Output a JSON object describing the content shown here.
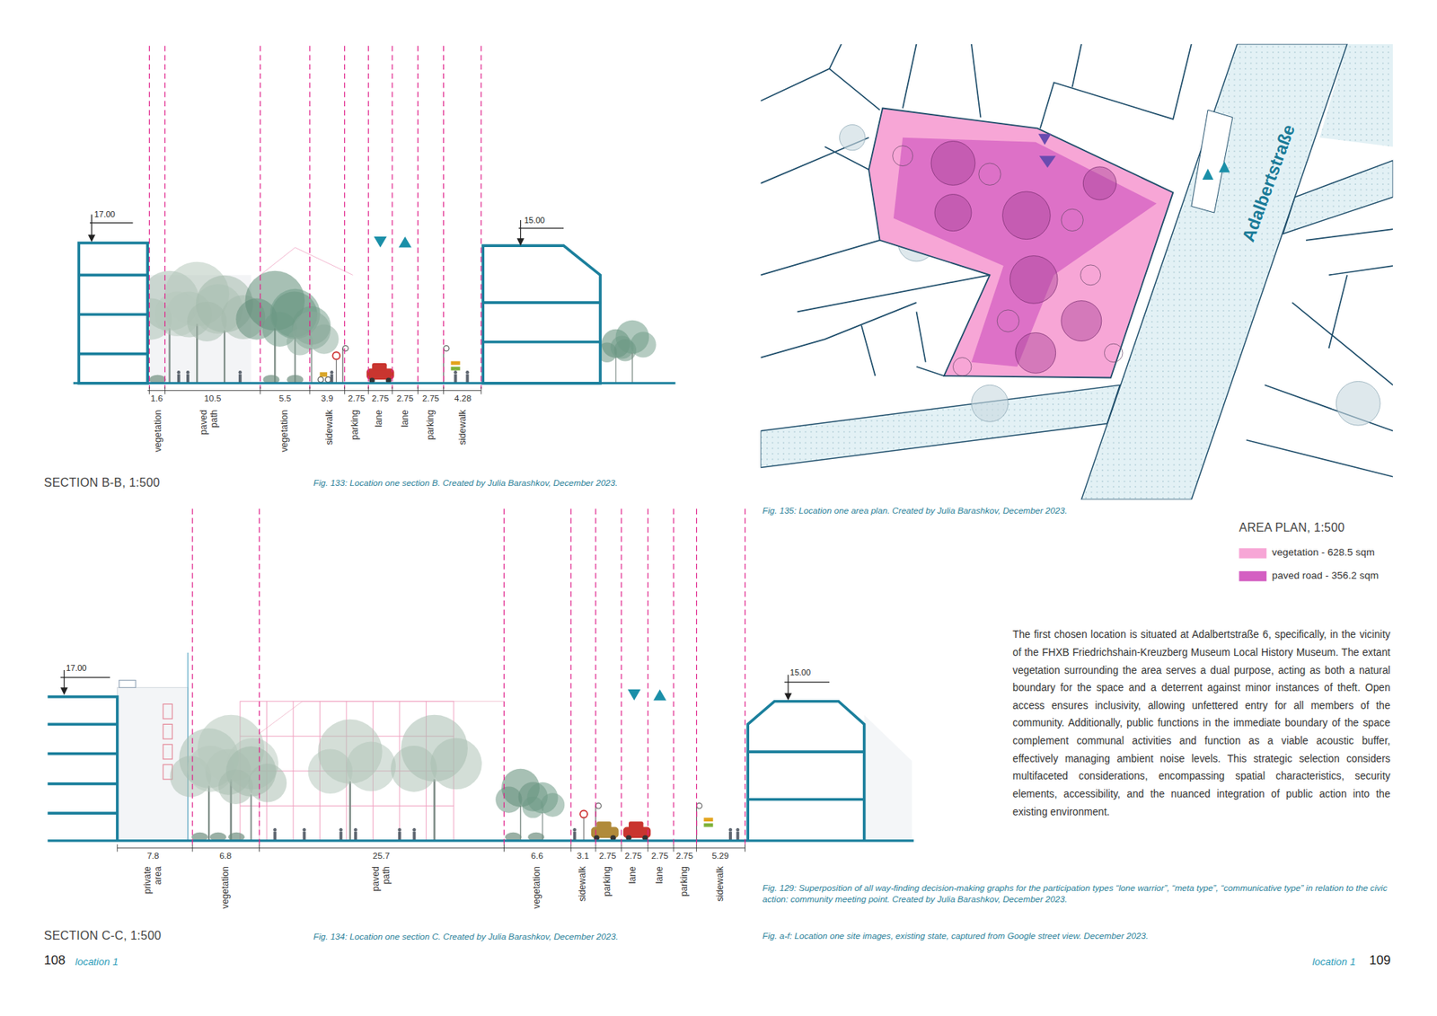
{
  "diagram": {
    "labels": [
      "17.00",
      "15.00",
      "1.6",
      "10.5",
      "5.5",
      "3.9",
      "2.75",
      "2.75",
      "2.75",
      "2.75",
      "4.28",
      "vegetation",
      "paved path",
      "vegetation",
      "sidewalk",
      "parking",
      "lane",
      "lane",
      "parking",
      "sidewalk",
      "SECTION B-B, 1:500",
      "Fig. 133: Location one section B. Created by Julia Barashkov, December 2023.",
      "17.00",
      "15.00",
      "7.8",
      "6.8",
      "25.7",
      "6.6",
      "3.1",
      "2.75",
      "2.75",
      "2.75",
      "2.75",
      "5.29",
      "private area",
      "vegetation",
      "paved path",
      "vegetation",
      "sidewalk",
      "parking",
      "lane",
      "lane",
      "parking",
      "sidewalk",
      "SECTION C-C, 1:500",
      "Fig. 134: Location one section C. Created by Julia Barashkov, December 2023.",
      "108",
      "location 1",
      "Adalbertstraße",
      "Fig. 135: Location one area plan. Created by Julia Barashkov, December 2023.",
      "AREA PLAN, 1:500",
      "The first chosen location is situated at Adalbertstraße 6, specifically, in the vicinity of the FHXB Friedrichshain-Kreuzberg Museum Local History Museum. The extant vegetation surrounding the area serves a dual purpose, acting as both a natural boundary for the space and a deterrent against minor instances of theft. Open access ensures inclusivity, allowing unfettered entry for all members of the community. Additionally, public functions in the immediate boundary of the space complement communal activities and function as a viable acoustic buffer, effectively managing ambient noise levels. This strategic selection considers multifaceted considerations, encompassing spatial characteristics, security elements, accessibility, and the nuanced integration of public action into the existing environment.",
      "Fig. 129: Superposition of all way-finding decision-making graphs for the participation types “lone warrior”, “meta type”, “communicative type” in relation to the civic action: community meeting point. Created by Julia Barashkov, December 2023.",
      "Fig. a-f: Location one site images, existing state, captured from Google street view. December 2023.",
      "location 1",
      "109"
    ],
    "legend": [
      {
        "text": "vegetation - 628.5 sqm",
        "color": "#f7a6d6"
      },
      {
        "text": "paved road - 356.2 sqm",
        "color": "#d45fc2"
      }
    ]
  }
}
